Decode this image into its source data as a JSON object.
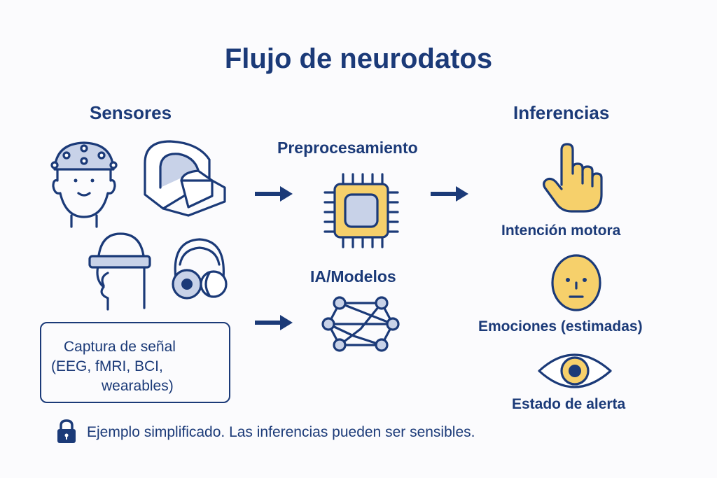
{
  "title": "Flujo de neurodatos",
  "sections": {
    "sensors": {
      "heading": "Sensores",
      "box_lines": [
        "Captura de señal",
        "(EEG, fMRI, BCI,",
        "wearables)"
      ]
    },
    "preprocessing": {
      "label": "Preprocesamiento"
    },
    "models": {
      "label": "IA/Modelos"
    },
    "inferences": {
      "heading": "Inferencias",
      "items": [
        {
          "label": "Intención motora",
          "icon": "pointing-hand-icon"
        },
        {
          "label": "Emociones (estimadas)",
          "icon": "neutral-face-icon"
        },
        {
          "label": "Estado de alerta",
          "icon": "eye-icon"
        }
      ]
    }
  },
  "footer": {
    "text": "Ejemplo simplificado. Las inferencias pueden ser sensibles.",
    "icon": "lock-icon"
  },
  "colors": {
    "navy": "#1b3a78",
    "yellow": "#f6d06b",
    "lightblue": "#c8d2e8"
  }
}
